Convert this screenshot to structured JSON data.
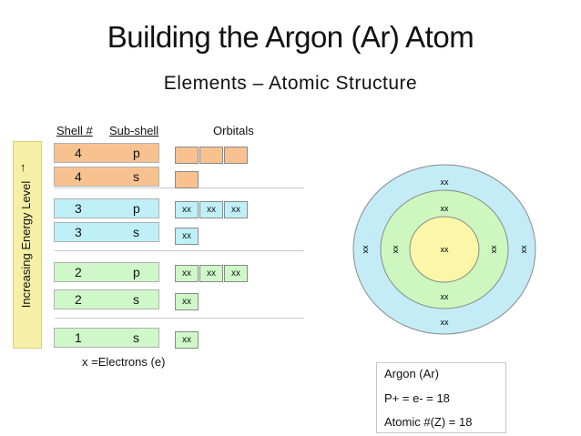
{
  "title": "Building the Argon (Ar) Atom",
  "subtitle": "Elements – Atomic Structure",
  "headers": {
    "shell": "Shell #",
    "subshell": "Sub-shell",
    "orbitals": "Orbitals"
  },
  "energy_label": "Increasing Energy Level",
  "energy_arrow": "↑",
  "colors": {
    "orange": "#f7c290",
    "cyan": "#bff0f8",
    "green": "#cff8c8",
    "outer": "#c3ecf6",
    "middle": "#cdf7bf",
    "inner": "#fbf6a8",
    "energy": "#f6f0a6"
  },
  "rows": [
    {
      "shell": "4",
      "subshell": "p",
      "color": "orange",
      "orbitals": [
        "",
        "",
        ""
      ]
    },
    {
      "shell": "4",
      "subshell": "s",
      "color": "orange",
      "orbitals": [
        ""
      ]
    },
    {
      "shell": "3",
      "subshell": "p",
      "color": "cyan",
      "orbitals": [
        "xx",
        "xx",
        "xx"
      ]
    },
    {
      "shell": "3",
      "subshell": "s",
      "color": "cyan",
      "orbitals": [
        "xx"
      ]
    },
    {
      "shell": "2",
      "subshell": "p",
      "color": "green",
      "orbitals": [
        "xx",
        "xx",
        "xx"
      ]
    },
    {
      "shell": "2",
      "subshell": "s",
      "color": "green",
      "orbitals": [
        "xx"
      ]
    },
    {
      "shell": "1",
      "subshell": "s",
      "color": "green",
      "orbitals": [
        "xx"
      ]
    }
  ],
  "legend": "x =Electrons (e)",
  "atom": {
    "pair": "xx"
  },
  "info": {
    "name": "Argon (Ar)",
    "protons": "P+  =  e-  =  18",
    "atomic_number": "Atomic #(Z) = 18"
  }
}
